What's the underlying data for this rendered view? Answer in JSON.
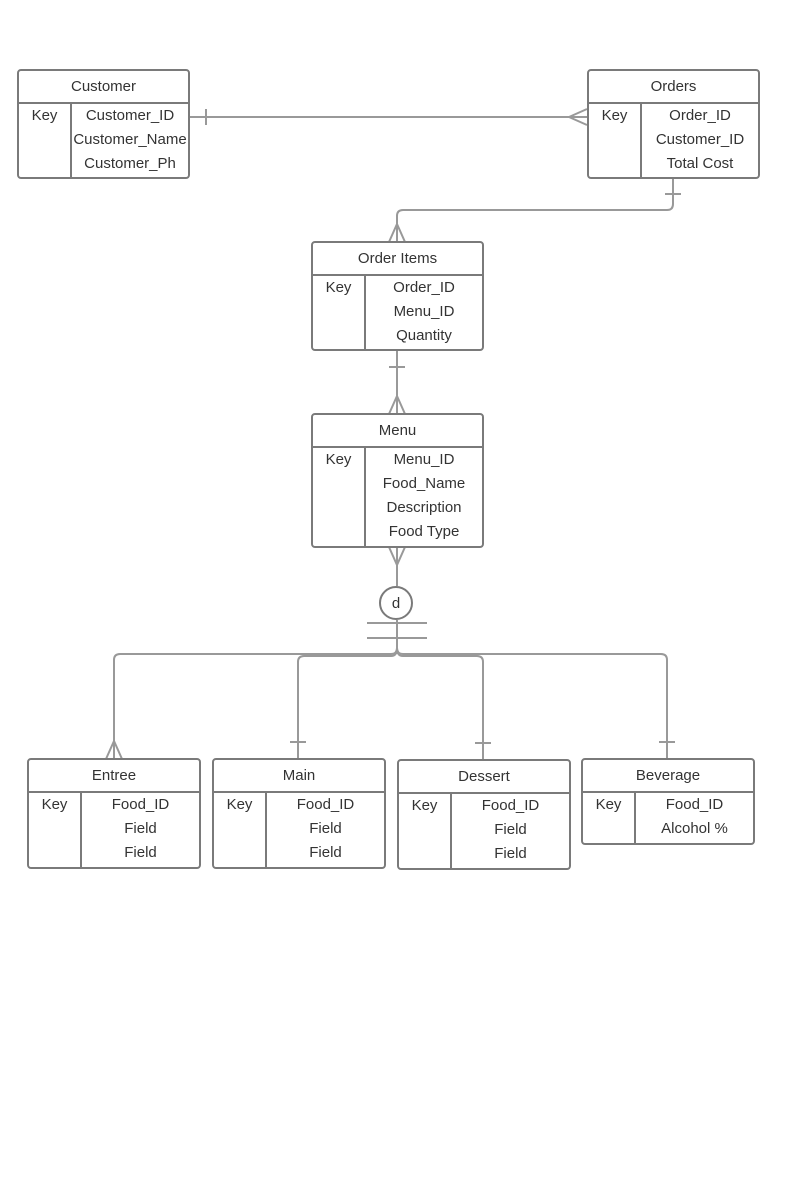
{
  "entities": {
    "customer": {
      "title": "Customer",
      "key": "Key",
      "fields": [
        "Customer_ID",
        "Customer_Name",
        "Customer_Ph"
      ]
    },
    "orders": {
      "title": "Orders",
      "key": "Key",
      "fields": [
        "Order_ID",
        "Customer_ID",
        "Total Cost"
      ]
    },
    "order_items": {
      "title": "Order Items",
      "key": "Key",
      "fields": [
        "Order_ID",
        "Menu_ID",
        "Quantity"
      ]
    },
    "menu": {
      "title": "Menu",
      "key": "Key",
      "fields": [
        "Menu_ID",
        "Food_Name",
        "Description",
        "Food Type"
      ]
    },
    "entree": {
      "title": "Entree",
      "key": "Key",
      "fields": [
        "Food_ID",
        "Field",
        "Field"
      ]
    },
    "main": {
      "title": "Main",
      "key": "Key",
      "fields": [
        "Food_ID",
        "Field",
        "Field"
      ]
    },
    "dessert": {
      "title": "Dessert",
      "key": "Key",
      "fields": [
        "Food_ID",
        "Field",
        "Field"
      ]
    },
    "beverage": {
      "title": "Beverage",
      "key": "Key",
      "fields": [
        "Food_ID",
        "Alcohol %"
      ]
    }
  },
  "specialization": {
    "symbol": "d"
  },
  "colors": {
    "line": "#7a7a7a",
    "border": "#7a7a7a",
    "text": "#333333",
    "background": "#ffffff"
  }
}
